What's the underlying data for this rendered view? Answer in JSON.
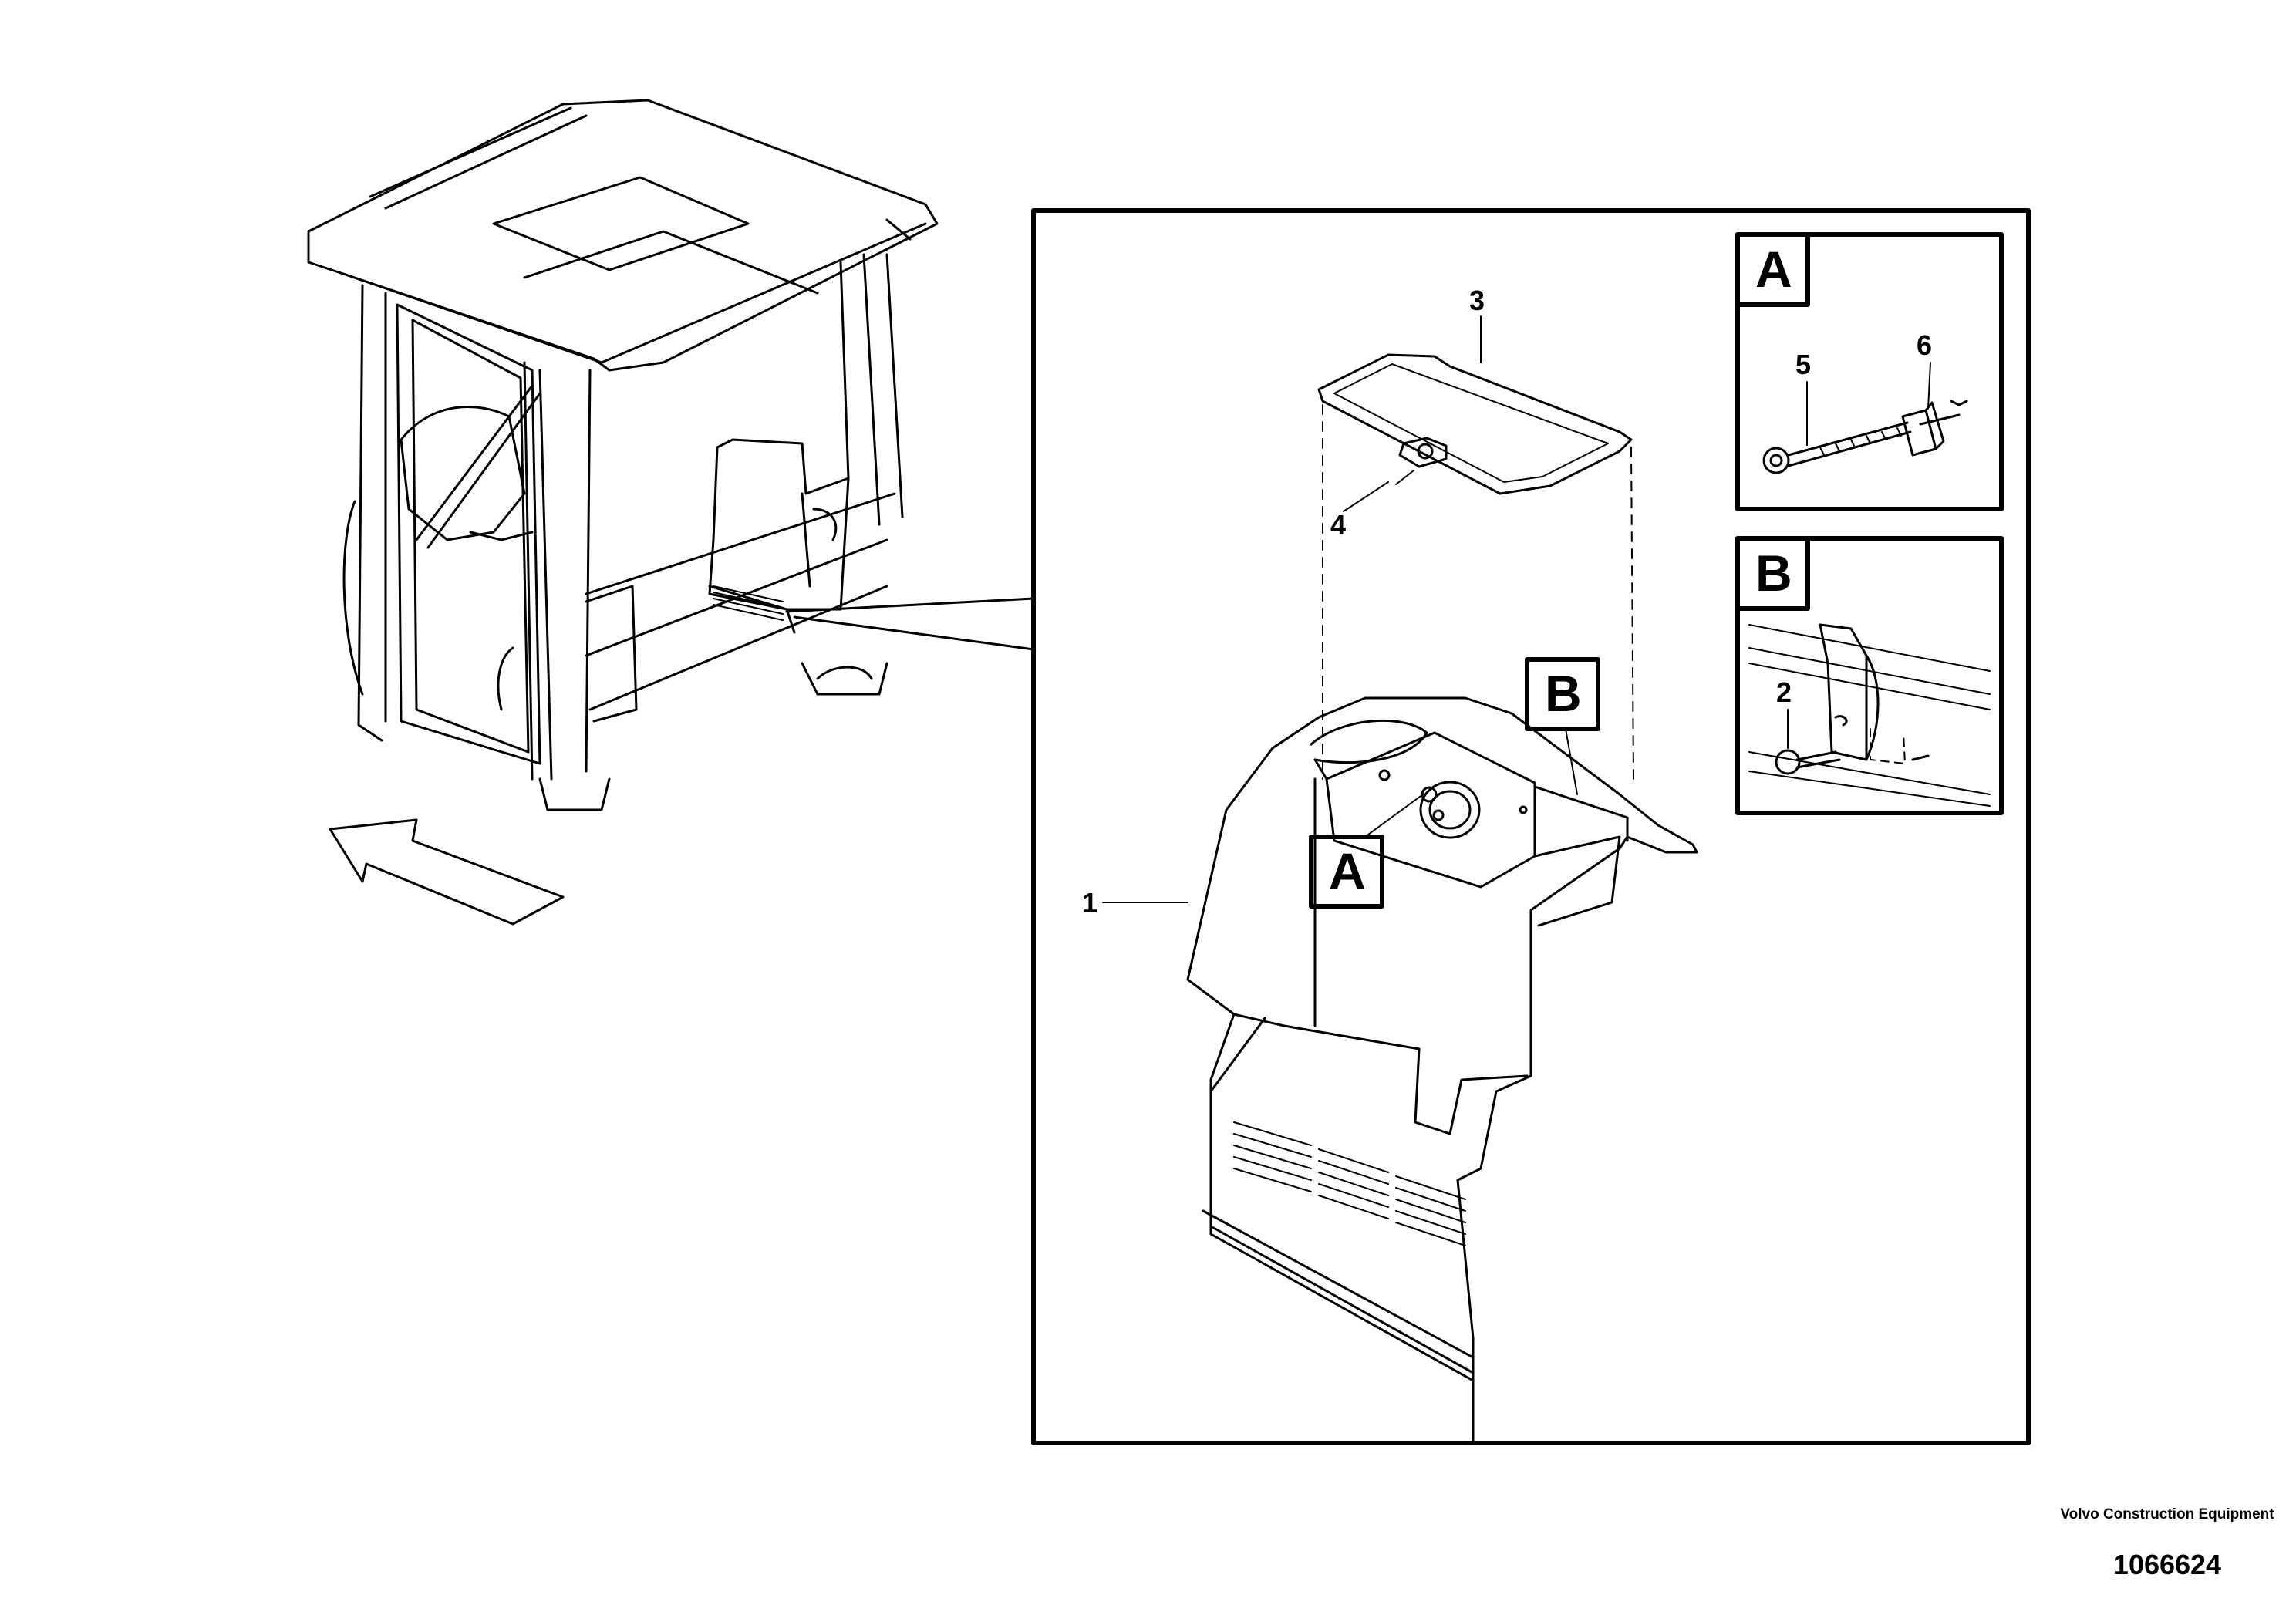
{
  "callouts": {
    "part_1": "1",
    "part_2": "2",
    "part_3": "3",
    "part_4": "4",
    "part_5": "5",
    "part_6": "6"
  },
  "detail_markers": {
    "a_on_panel": "A",
    "b_on_panel": "B",
    "a_detail_header": "A",
    "b_detail_header": "B"
  },
  "footer": {
    "company": "Volvo Construction Equipment",
    "document_number": "1066624"
  },
  "colors": {
    "line": "#000000",
    "background": "#ffffff"
  }
}
